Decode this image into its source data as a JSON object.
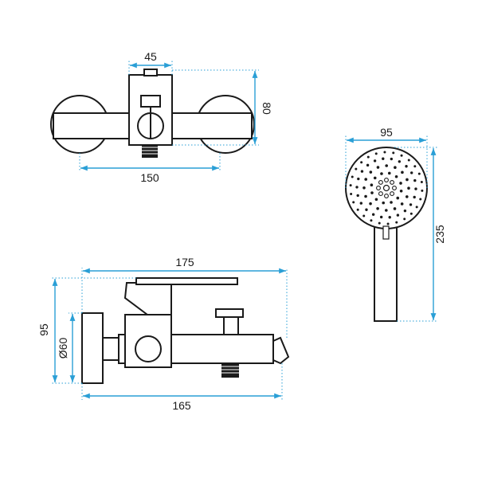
{
  "colors": {
    "line": "#1a1a1a",
    "dimension": "#2a9fd6",
    "background": "#ffffff"
  },
  "dimensions": {
    "front_mixer_width": "45",
    "front_mixer_height": "80",
    "front_spacing": "150",
    "hand_shower_head_diameter": "95",
    "hand_shower_length": "235",
    "side_total_length": "175",
    "side_height": "95",
    "side_flange_diameter": "Ø60",
    "side_base_length": "165"
  }
}
